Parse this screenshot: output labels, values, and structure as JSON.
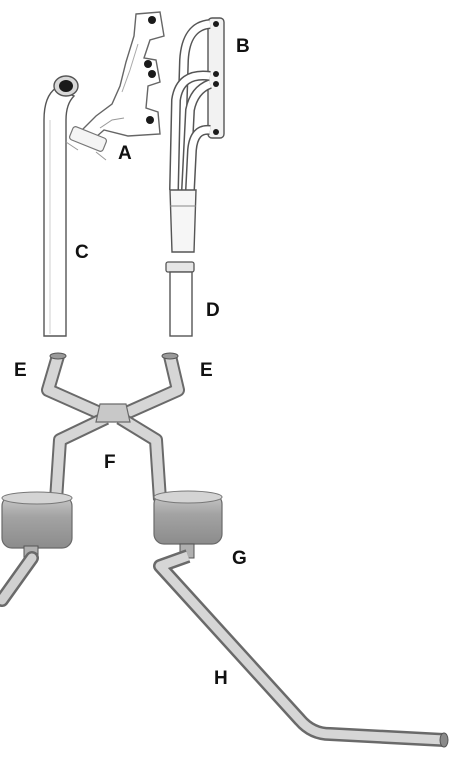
{
  "labels": {
    "a": "A",
    "b": "B",
    "c": "C",
    "d": "D",
    "e_left": "E",
    "e_right": "E",
    "f": "F",
    "g": "G",
    "h": "H"
  },
  "parts": [
    {
      "id": "A",
      "name": "exhaust-manifold-icon"
    },
    {
      "id": "B",
      "name": "header-icon"
    },
    {
      "id": "C",
      "name": "head-pipe-icon"
    },
    {
      "id": "D",
      "name": "collector-extension-icon"
    },
    {
      "id": "E",
      "name": "inlet-pipe-icon"
    },
    {
      "id": "F",
      "name": "x-pipe-icon"
    },
    {
      "id": "G",
      "name": "muffler-icon"
    },
    {
      "id": "H",
      "name": "tailpipe-icon"
    }
  ],
  "colors": {
    "metal_light": "#e3e3e3",
    "metal_mid": "#b8b8b8",
    "metal_dark": "#8a8a8a",
    "outline": "#555555",
    "bolt_hole": "#1a1a1a",
    "label": "#111111"
  }
}
